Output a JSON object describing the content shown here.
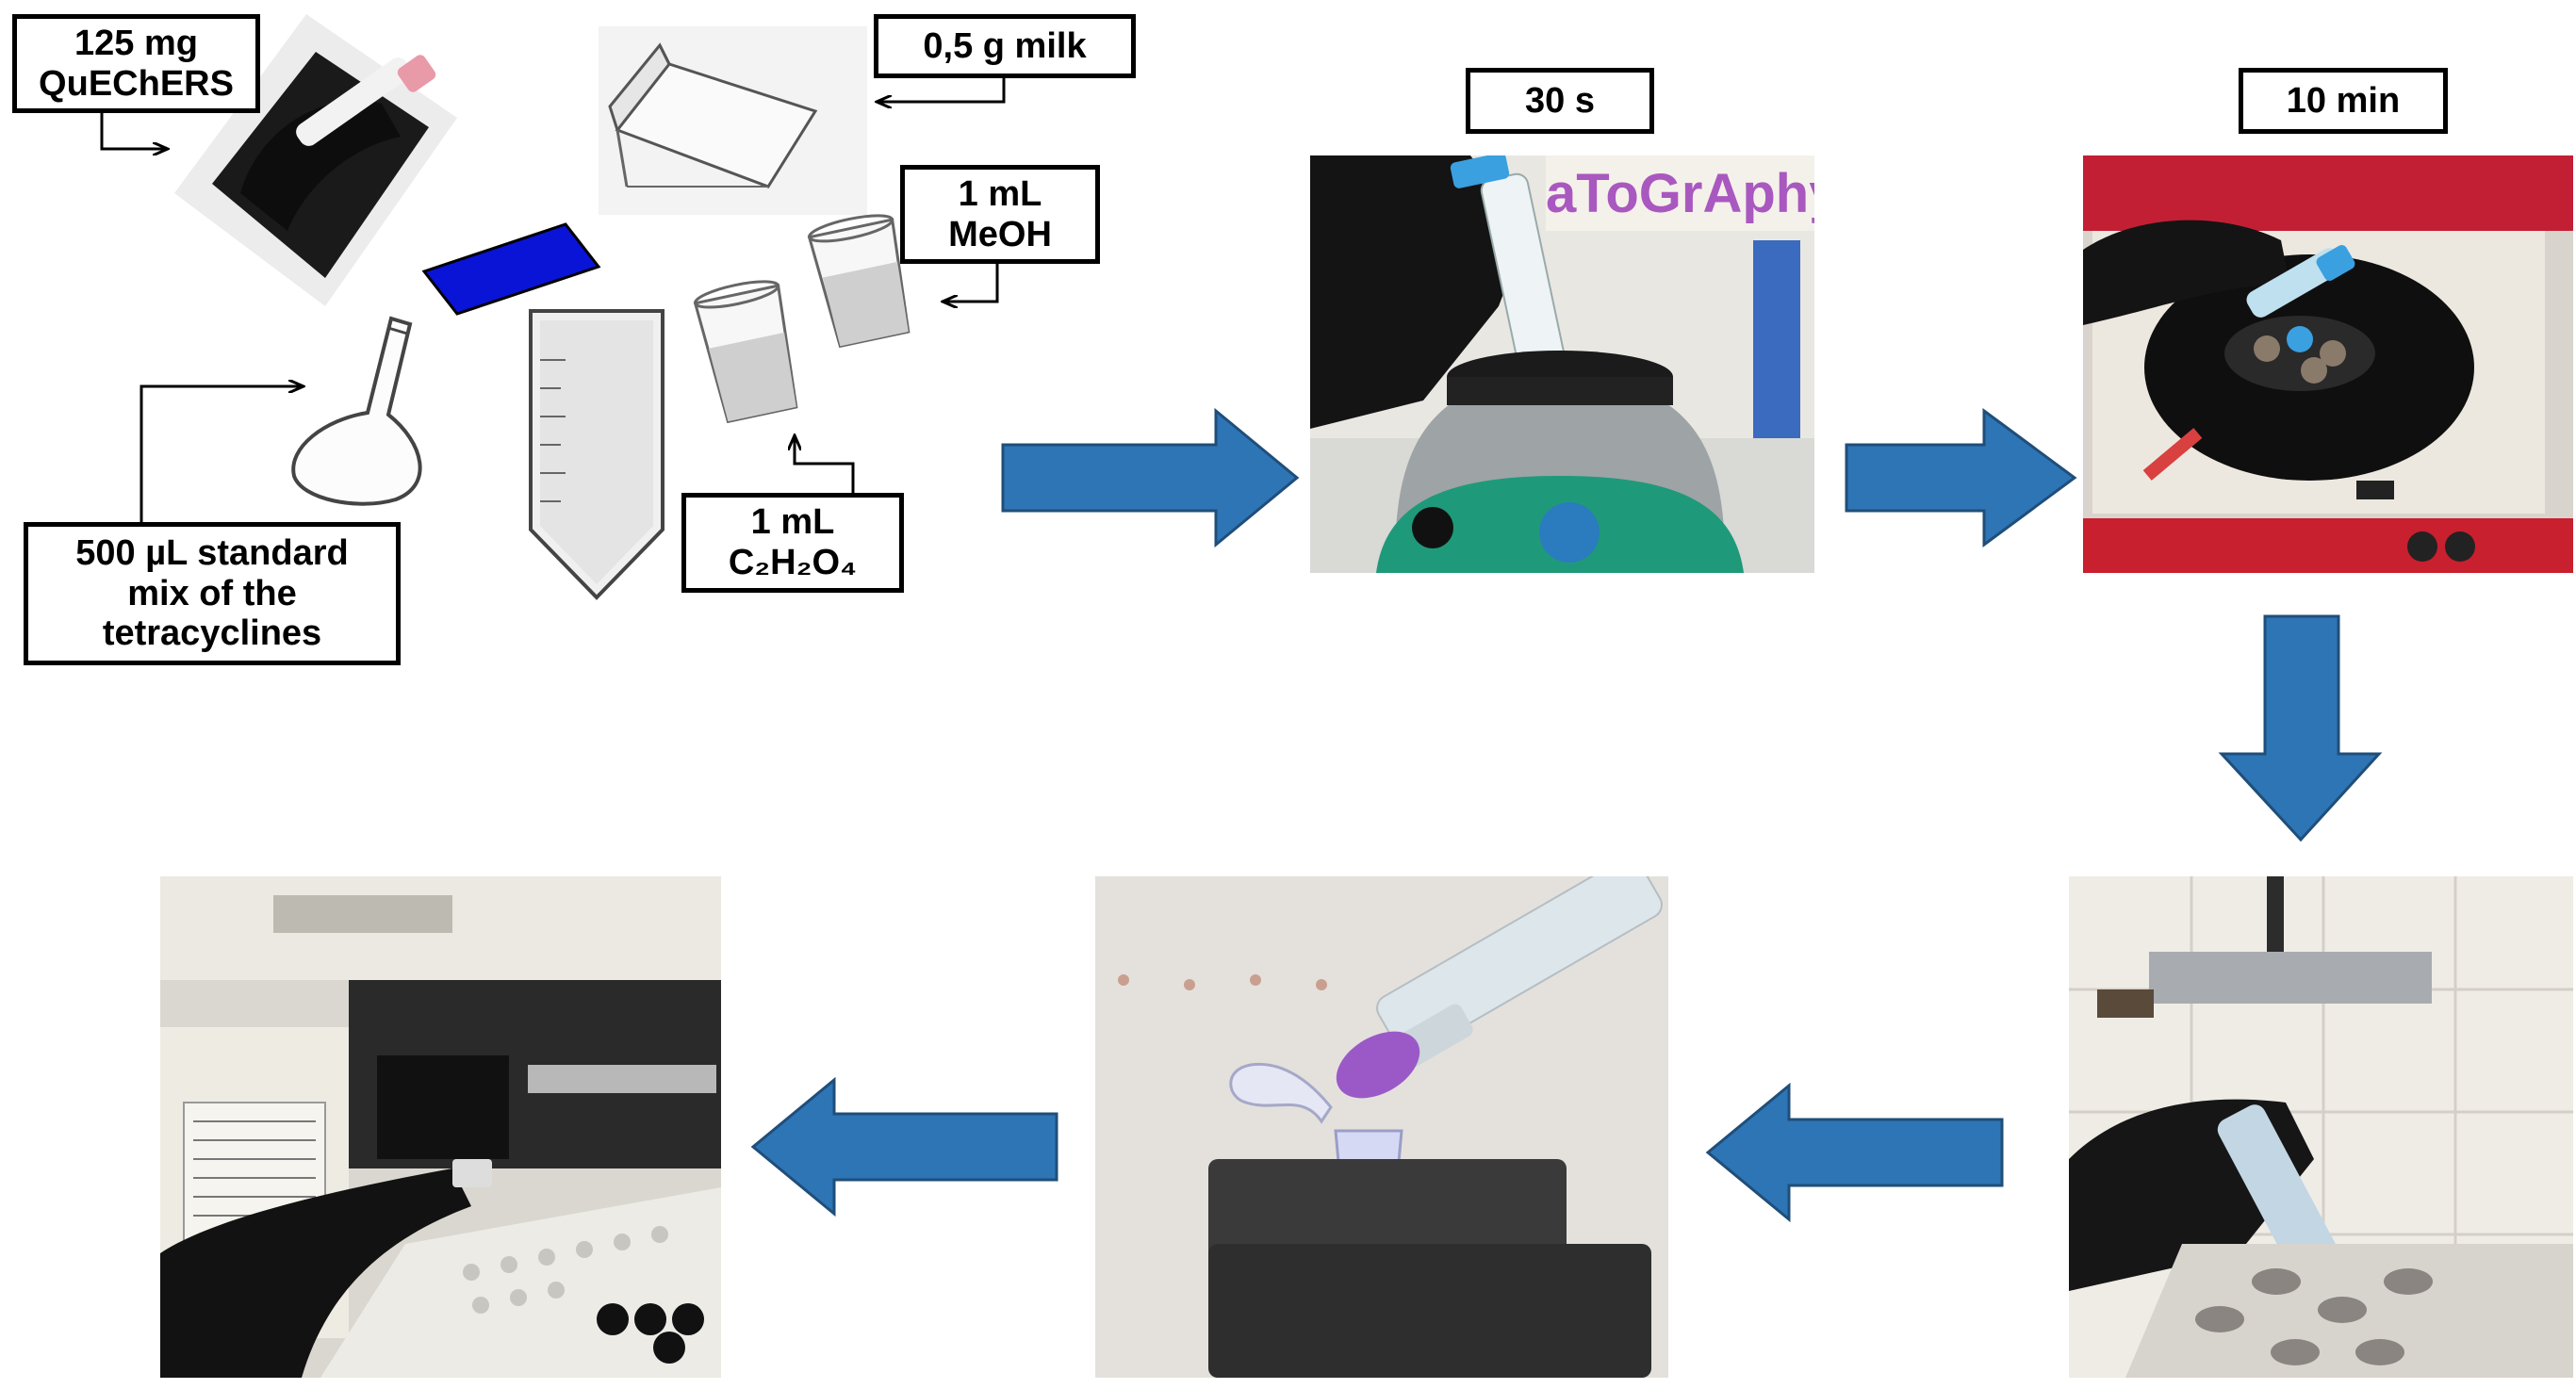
{
  "labels": {
    "quechers_line1": "125 mg",
    "quechers_line2": "QuEChERS",
    "milk": "0,5 g milk",
    "meoh_line1": "1 mL",
    "meoh_line2": "MeOH",
    "oxalic_line1": "1 mL",
    "oxalic_formula": "C₂H₂O₄",
    "standard_line1": "500 µL standard",
    "standard_line2": "mix of the",
    "standard_line3": "tetracyclines",
    "vortex_time": "30 s",
    "centrifuge_time": "10 min"
  },
  "photo_text": {
    "banner": "aToGrAphy"
  },
  "colors": {
    "arrow_blue": "#2e75b6",
    "arrow_outline": "#1f4e79",
    "quechers_packet": "#0a14d6",
    "glove_black": "#151515",
    "vortex_green": "#1e9a7a",
    "centrifuge_red": "#c8202e",
    "cap_purple": "#9b59c8",
    "cap_blue": "#3aa0e0"
  },
  "icons": [
    "flask-icon",
    "falcon-tube-icon",
    "beaker-icon",
    "milk-carton-icon",
    "quechers-packet-icon",
    "arrow-right-icon",
    "arrow-down-icon",
    "arrow-left-icon"
  ]
}
